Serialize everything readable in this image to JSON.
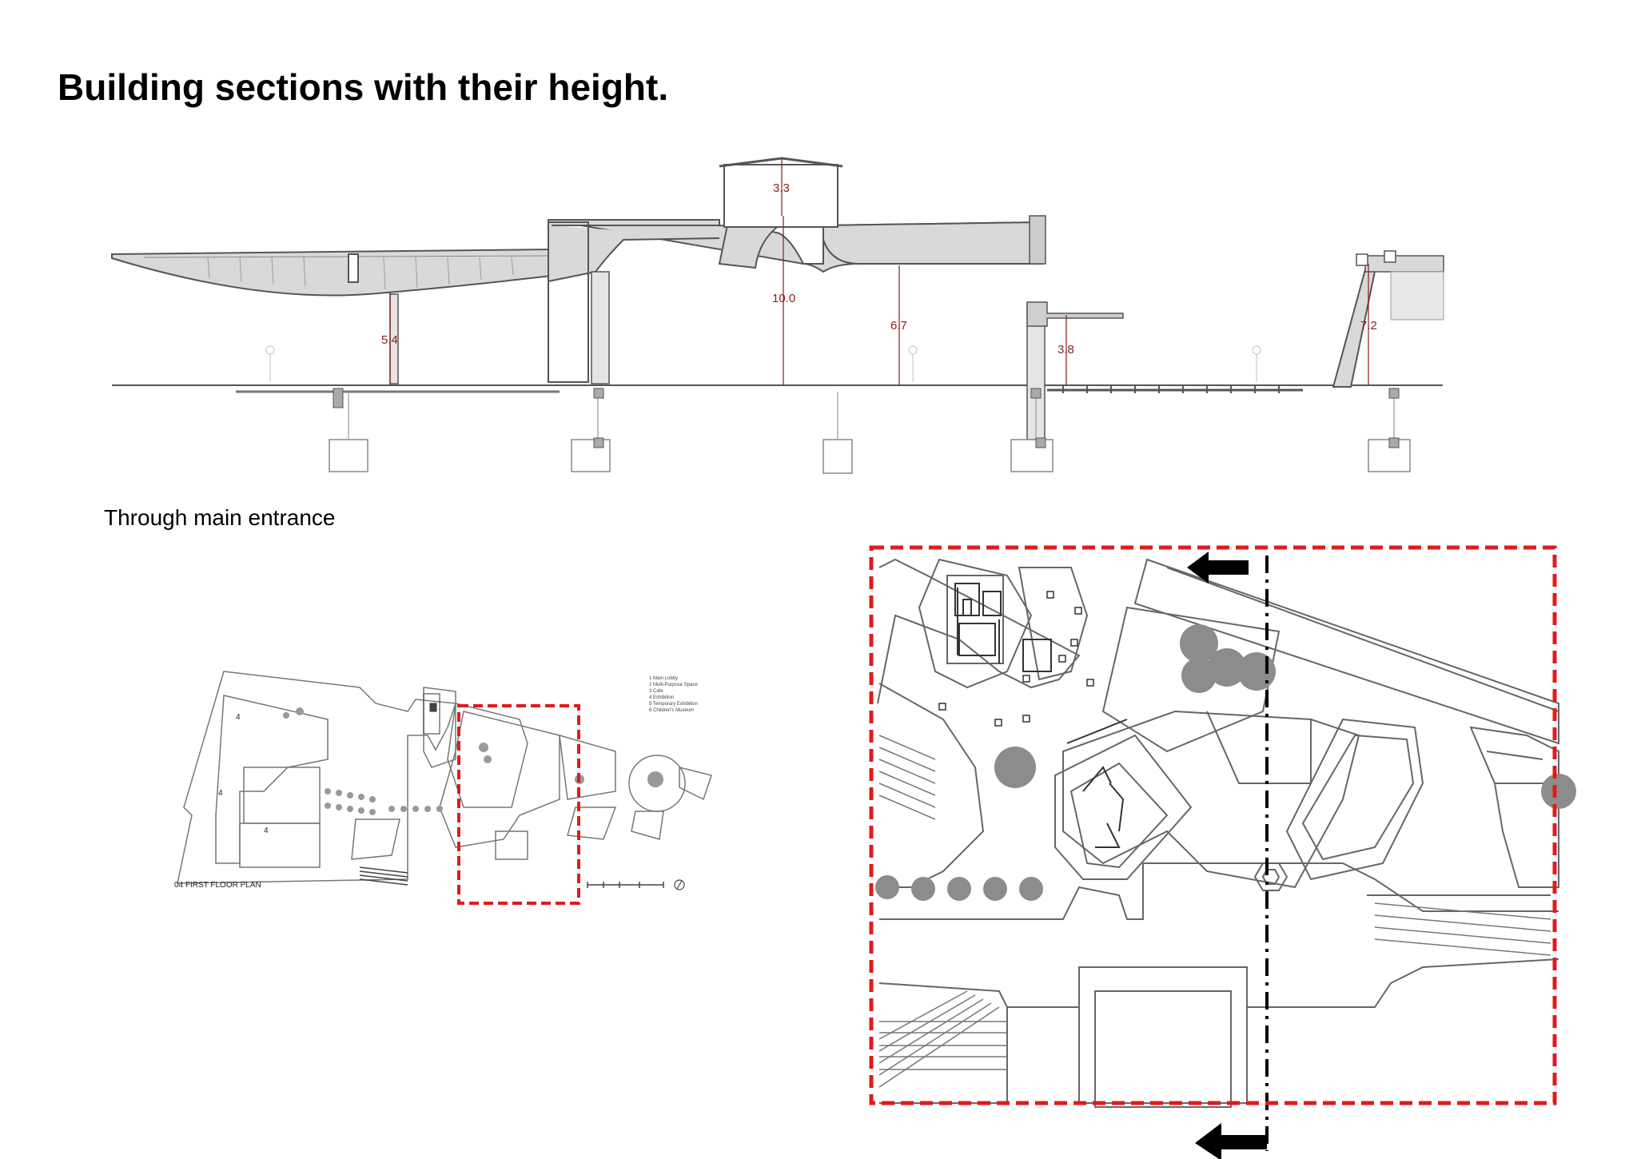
{
  "title": "Building sections with their height.",
  "caption": "Through main entrance",
  "section": {
    "dimensions": [
      {
        "label": "3.3"
      },
      {
        "label": "10.0"
      },
      {
        "label": "6.7"
      },
      {
        "label": "5.4"
      },
      {
        "label": "3.8"
      },
      {
        "label": "7.2"
      }
    ]
  },
  "plan": {
    "label": "04 FIRST FLOOR PLAN",
    "legend": [
      "1  Main Lobby",
      "2  Multi-Purpose Space",
      "3  Cafe",
      "4  Exhibition",
      "5  Temporary Exhibition",
      "6  Children's Museum"
    ],
    "room_numbers": [
      "4",
      "4",
      "4"
    ]
  },
  "colors": {
    "dimension": "#8b1c1c",
    "highlight": "#e01b1b",
    "line": "#555555",
    "fill": "#d9d9d9"
  }
}
